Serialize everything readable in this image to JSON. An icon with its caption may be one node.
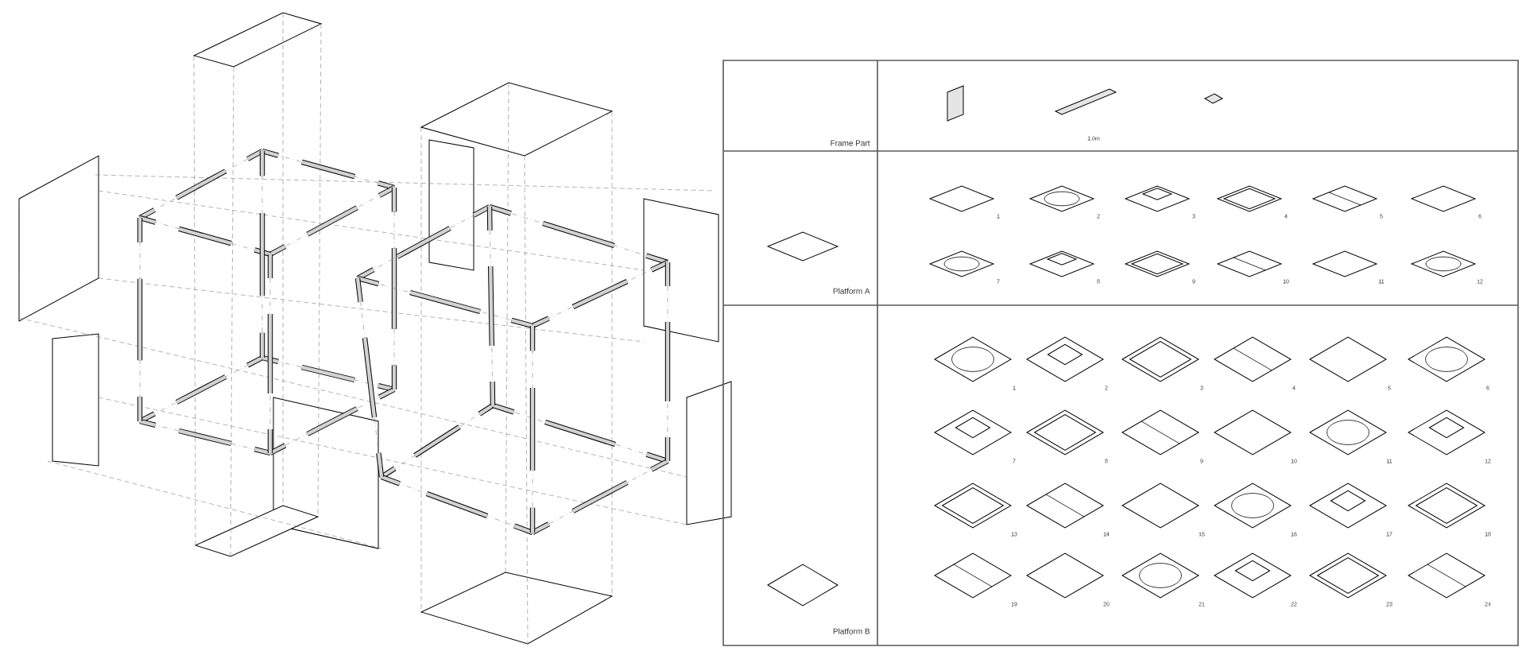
{
  "diagram": {
    "labels": [
      "Frame Part",
      "1.0m",
      "Platform A",
      "1",
      "2",
      "3",
      "4",
      "5",
      "6",
      "7",
      "8",
      "9",
      "10",
      "11",
      "12",
      "Platform B",
      "1",
      "2",
      "3",
      "4",
      "5",
      "6",
      "7",
      "8",
      "9",
      "10",
      "11",
      "12",
      "13",
      "14",
      "15",
      "16",
      "17",
      "18",
      "19",
      "20",
      "21",
      "22",
      "23",
      "24"
    ]
  }
}
